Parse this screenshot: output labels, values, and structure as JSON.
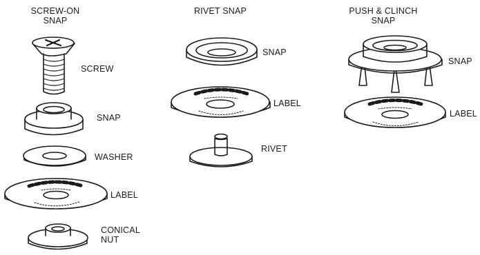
{
  "columns": [
    {
      "title_line1": "SCREW-ON",
      "title_line2": "SNAP",
      "parts": [
        "SCREW",
        "SNAP",
        "WASHER",
        "LABEL",
        "CONICAL",
        "NUT"
      ]
    },
    {
      "title_line1": "RIVET SNAP",
      "parts": [
        "SNAP",
        "LABEL",
        "RIVET"
      ]
    },
    {
      "title_line1": "PUSH & CLINCH",
      "title_line2": "SNAP",
      "parts": [
        "SNAP",
        "LABEL"
      ]
    }
  ],
  "colors": {
    "ink": "#1a1a1a",
    "background": "#ffffff"
  }
}
